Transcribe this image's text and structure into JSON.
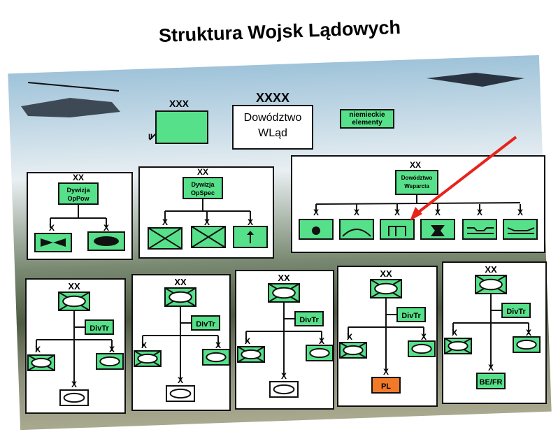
{
  "title": "Struktura Wojsk Lądowych",
  "top": {
    "left_unit": {
      "echelon": "XXX"
    },
    "command": {
      "echelon": "XXXX",
      "line1": "Dowództwo",
      "line2": "WLąd"
    },
    "right_unit": {
      "label": "niemieckie elementy"
    },
    "small_label": "II"
  },
  "divisions_top": [
    {
      "echelon": "XX",
      "label": "Dywizja OpPow",
      "subs": [
        "X",
        "X"
      ]
    },
    {
      "echelon": "XX",
      "label": "Dywizja OpSpec",
      "subs": [
        "X",
        "X",
        "X"
      ]
    },
    {
      "echelon": "XX",
      "label": "Dowództwo Wsparcia",
      "subs": [
        "X",
        "X",
        "X",
        "X",
        "X",
        "X"
      ]
    }
  ],
  "divisions_bottom": [
    {
      "echelon": "XX",
      "trans": "DivTr",
      "subs": [
        "X",
        "X",
        "X"
      ],
      "special": ""
    },
    {
      "echelon": "XX",
      "trans": "DivTr",
      "subs": [
        "X",
        "X",
        "X"
      ],
      "special": ""
    },
    {
      "echelon": "XX",
      "trans": "DivTr",
      "subs": [
        "X",
        "X",
        "X"
      ],
      "special": ""
    },
    {
      "echelon": "XX",
      "trans": "DivTr",
      "subs": [
        "X",
        "X",
        "X"
      ],
      "special": "PL"
    },
    {
      "echelon": "XX",
      "trans": "DivTr",
      "subs": [
        "X",
        "X",
        "X"
      ],
      "special": "BE/FR"
    }
  ],
  "colors": {
    "unit_green": "#57e08a",
    "polish_orange": "#f07a2a",
    "arrow_red": "#e8231a"
  }
}
